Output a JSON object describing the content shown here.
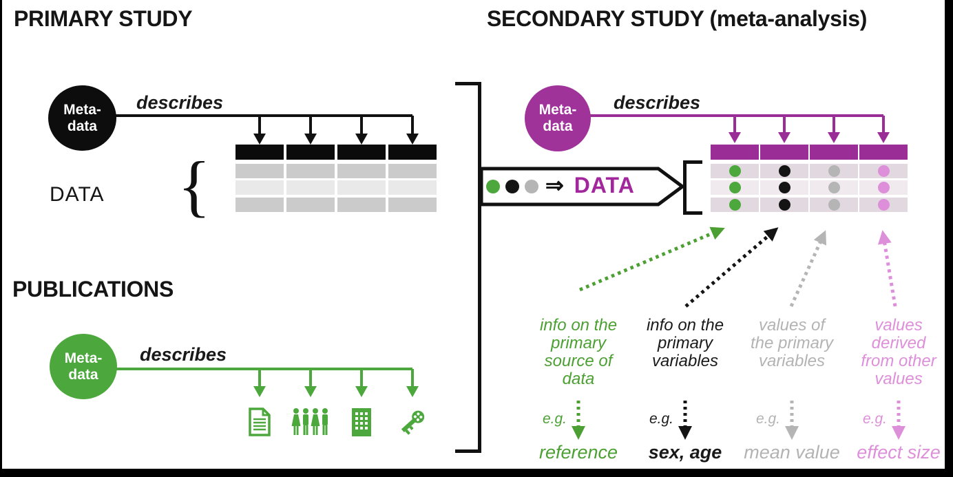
{
  "shared": {
    "metadata_line1": "Meta-",
    "metadata_line2": "data",
    "describes": "describes"
  },
  "primary": {
    "title": "PRIMARY STUDY",
    "data_label": "DATA",
    "publications_title": "PUBLICATIONS",
    "brace_glyph": "{",
    "table": {
      "columns": 4,
      "rows": 3
    }
  },
  "secondary": {
    "title": "SECONDARY STUDY (meta-analysis)",
    "table": {
      "columns": 4,
      "rows": 3,
      "dot_colors": [
        "green",
        "black",
        "gray",
        "pink"
      ]
    }
  },
  "banner": {
    "symbol": "⇒",
    "label": "DATA",
    "dot_colors": [
      "green",
      "black",
      "gray"
    ]
  },
  "publications_icons": [
    "document-icon",
    "people-icon",
    "building-icon",
    "key-icon"
  ],
  "annotations": [
    {
      "color": "#4CA033",
      "lines": [
        "info on the",
        "primary",
        "source of",
        "data"
      ],
      "eg": "e.g.",
      "example": "reference"
    },
    {
      "color": "#1a1a1a",
      "lines": [
        "info on the",
        "primary",
        "variables"
      ],
      "eg": "e.g.",
      "example": "sex, age"
    },
    {
      "color": "#B3B3B3",
      "lines": [
        "values of",
        "the primary",
        "variables"
      ],
      "eg": "e.g.",
      "example": "mean value"
    },
    {
      "color": "#DE8FDA",
      "lines": [
        "values",
        "derived",
        "from other",
        "values"
      ],
      "eg": "e.g.",
      "example": "effect size"
    }
  ],
  "colors": {
    "black": "#0d0d0d",
    "green": "#4CA83C",
    "purple": "#9B2D96",
    "magenta_text": "#A2269C",
    "pink": "#DE8FDA",
    "gray": "#B5B5B5",
    "primary_row_dark": "#CBCBCB",
    "primary_row_light": "#E9E9E9",
    "secondary_row_dark": "#E2D8E0",
    "secondary_row_light": "#F0EAEE"
  }
}
